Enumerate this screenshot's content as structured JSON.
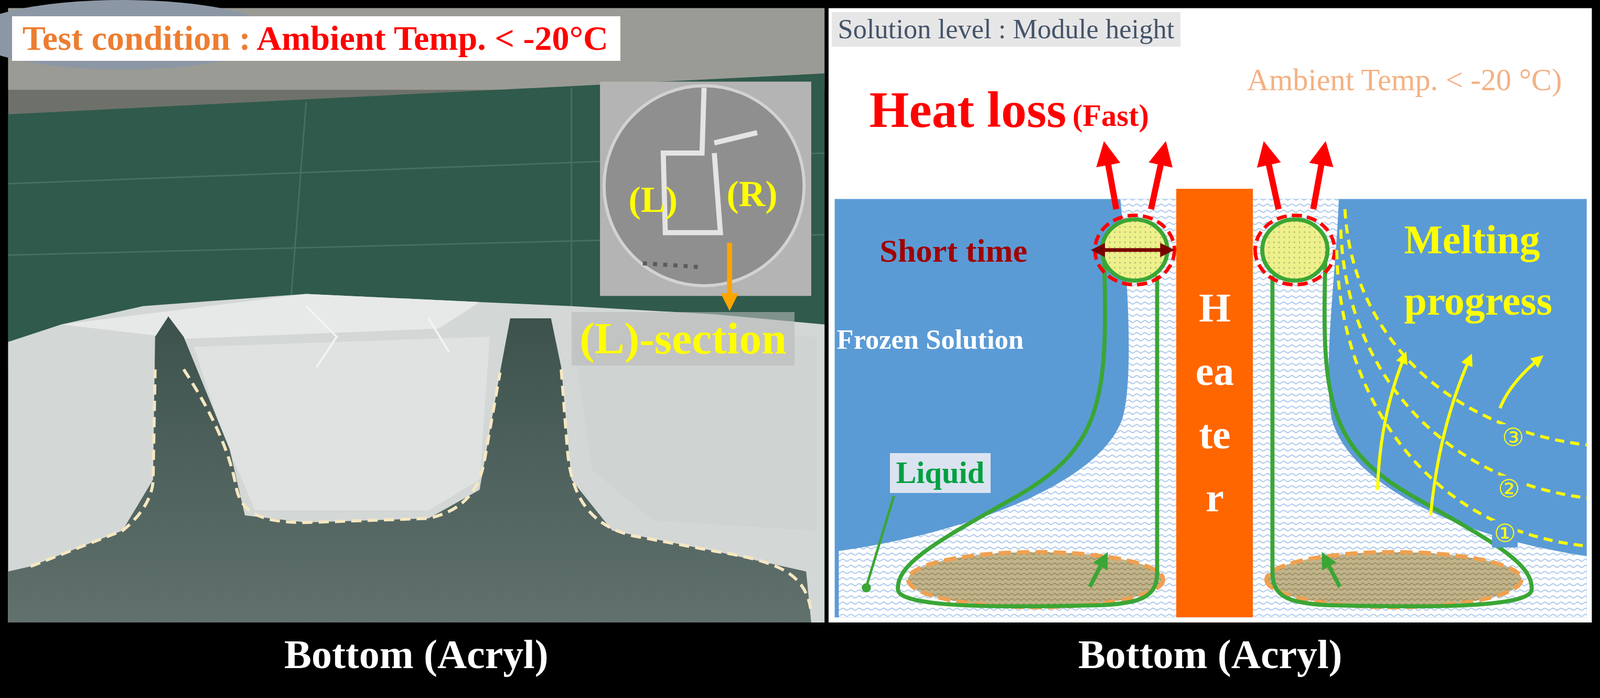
{
  "diagram": {
    "nodes": [
      {
        "text": [
          "Bottom (Acryl)"
        ]
      },
      {
        "text": [
          "Heater"
        ]
      },
      {
        "text": [
          "Liquid"
        ]
      },
      {
        "text": [
          "Bottom (Acryl)"
        ]
      }
    ],
    "labels": [
      "Test condition :",
      "Ambient Temp. < -20°C",
      "(L)",
      "(R)",
      "(L)-section",
      "Solution level : Module height",
      "Heat loss",
      "(Fast)",
      "Ambient Temp. < -20 °C)",
      "Short time",
      "Frozen Solution",
      "Melting progress",
      "①",
      "②",
      "③"
    ]
  }
}
